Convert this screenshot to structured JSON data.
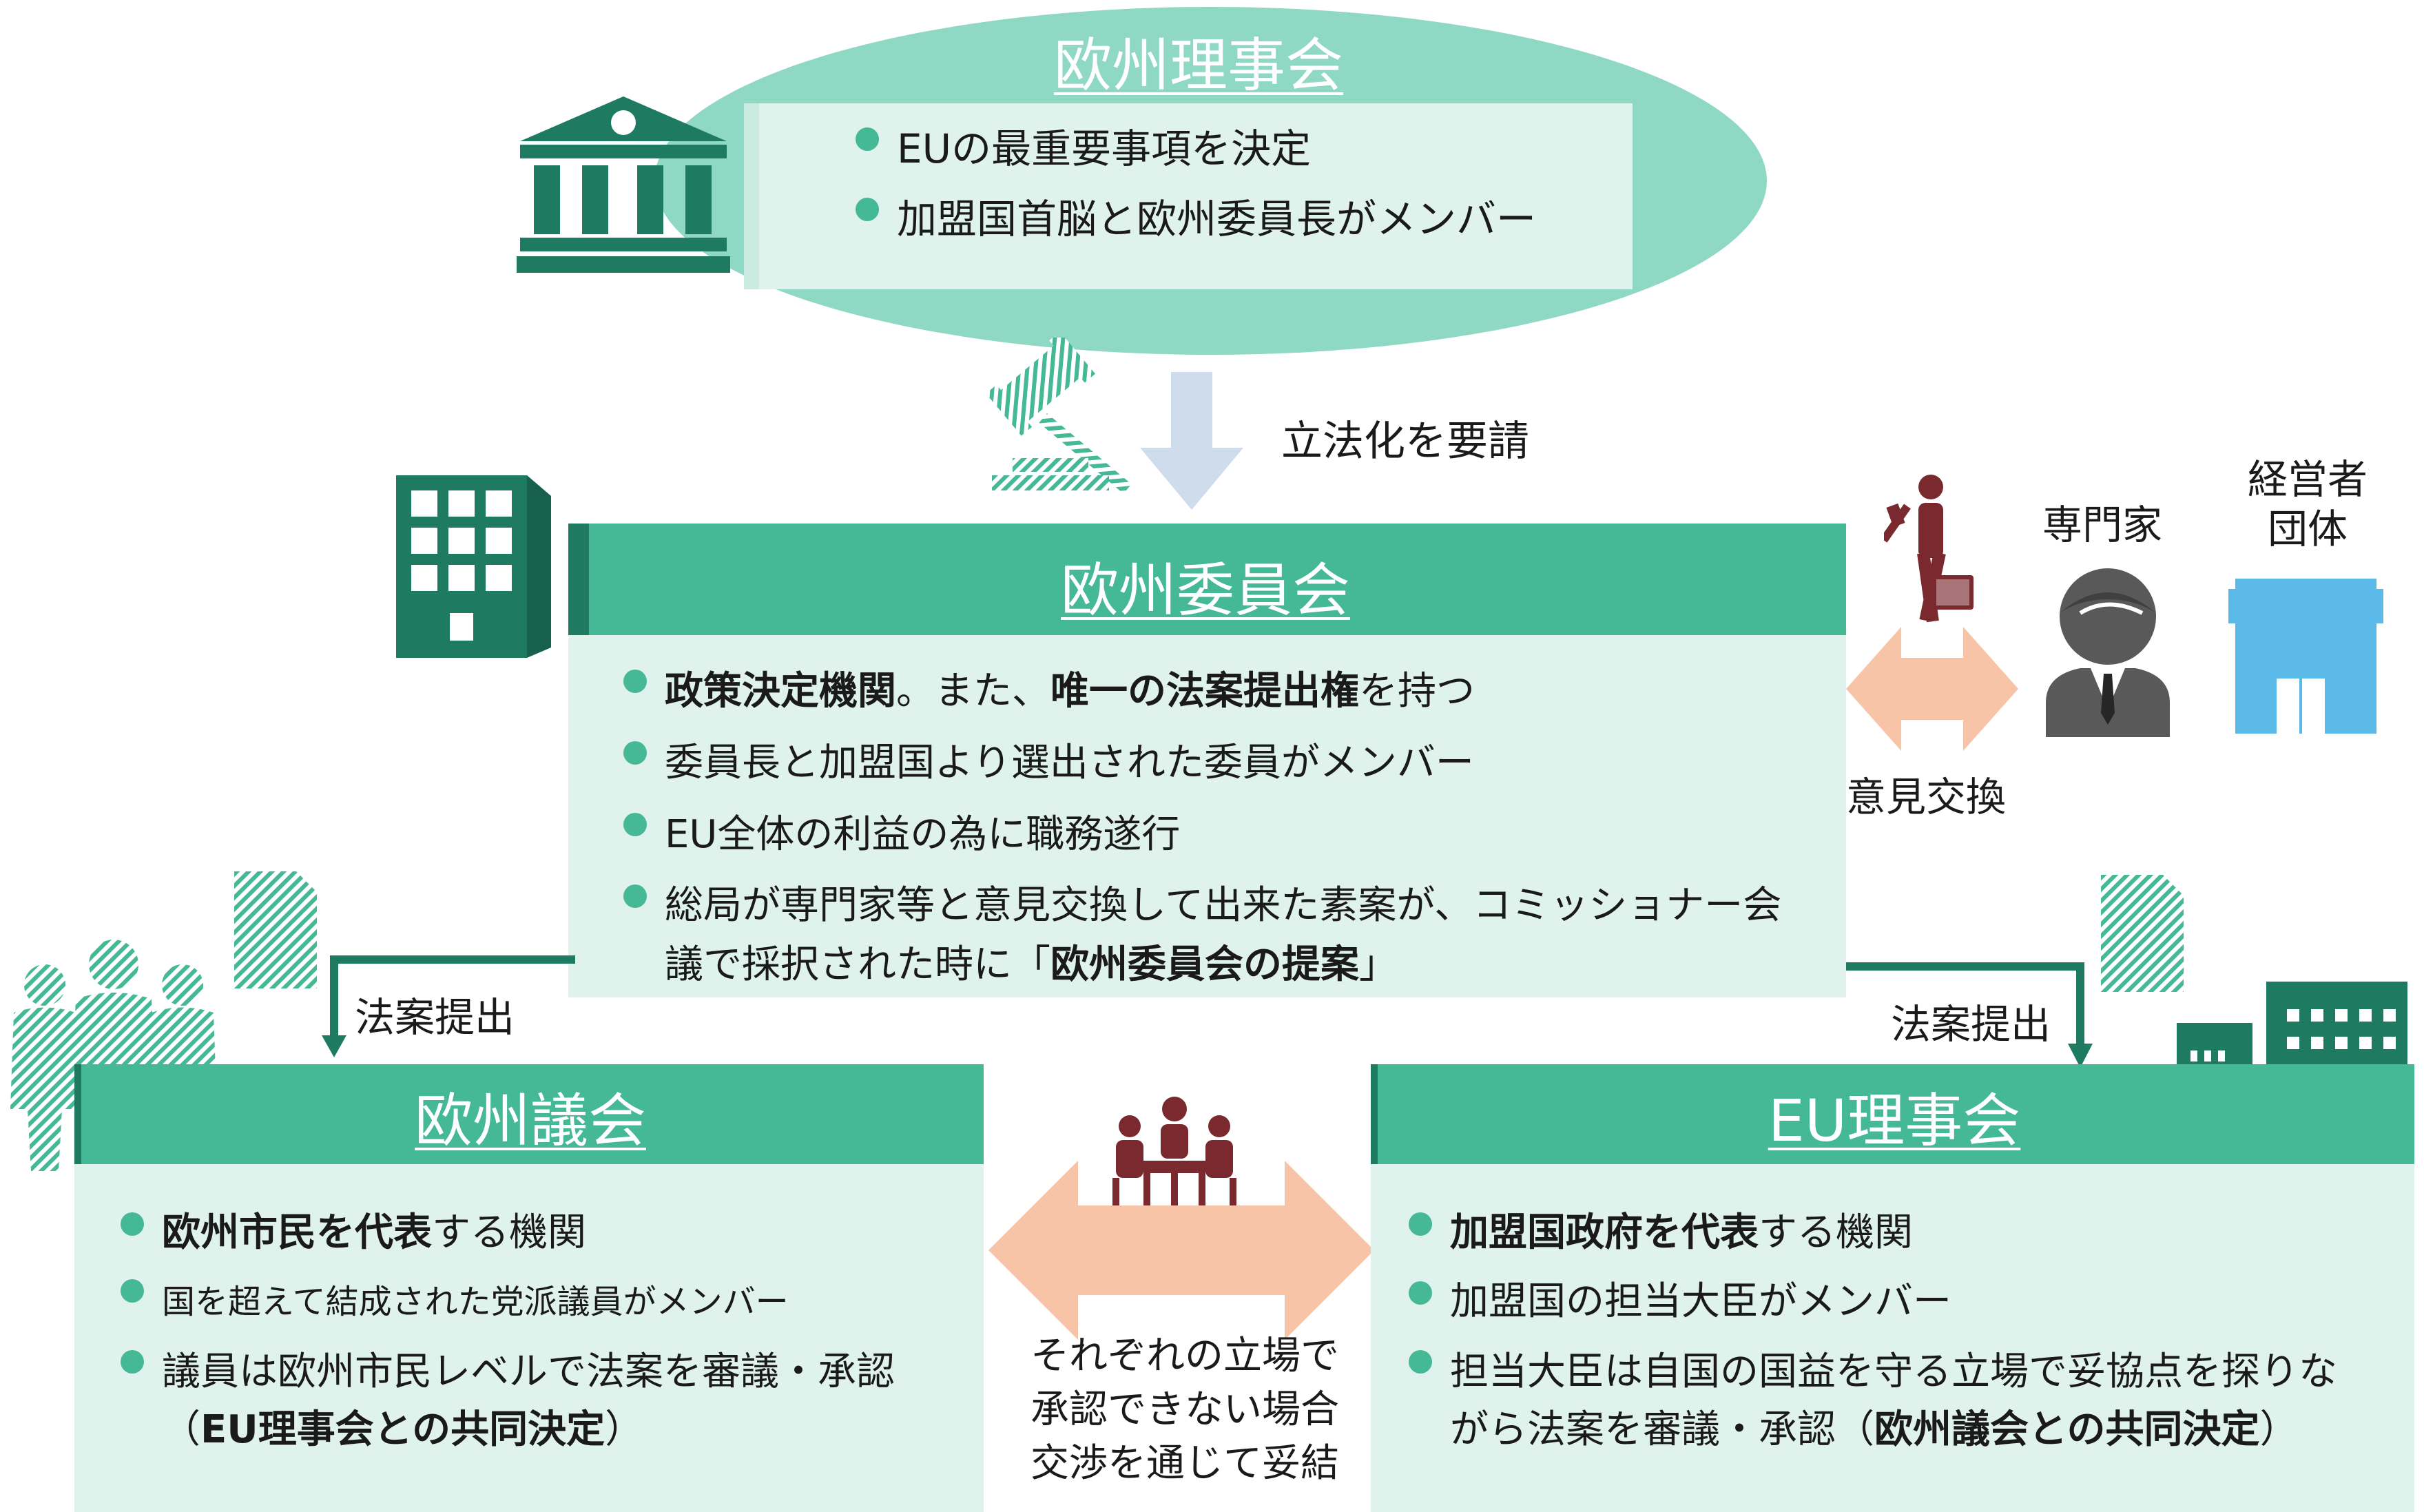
{
  "european_council": {
    "title": "欧州理事会",
    "items": [
      "EUの最重要事項を決定",
      "加盟国首脳と欧州委員長がメンバー"
    ]
  },
  "request_label": "立法化を要請",
  "commission": {
    "title": "欧州委員会",
    "item1": {
      "bold1": "政策決定機関",
      "mid": "。また、",
      "bold2": "唯一の法案提出権",
      "tail": "を持つ"
    },
    "item2": "委員長と加盟国より選出された委員がメンバー",
    "item3": "EU全体の利益の為に職務遂行",
    "item4": {
      "line1": "総局が専門家等と意見交換して出来た素案が、コミッショナー会",
      "line2_pre": "議で採択された時に「",
      "line2_bold": "欧州委員会の提案",
      "line2_post": "」"
    }
  },
  "exchange_label": "意見交換",
  "expert_label": "専門家",
  "business_label_line1": "経営者",
  "business_label_line2": "団体",
  "proposal_left": "法案提出",
  "proposal_right": "法案提出",
  "parliament": {
    "title": "欧州議会",
    "item1": {
      "bold": "欧州市民を代表",
      "tail": "する機関"
    },
    "item2": "国を超えて結成された党派議員がメンバー",
    "item3": "議員は欧州市民レベルで法案を審議・承認",
    "item3_sub": {
      "pre": "（",
      "bold": "EU理事会との共同決定",
      "post": "）"
    }
  },
  "negotiation": {
    "line1": "それぞれの立場で",
    "line2": "承認できない場合",
    "line3": "交渉を通じて妥結"
  },
  "council": {
    "title": "EU理事会",
    "item1": {
      "bold": "加盟国政府を代表",
      "tail": "する機関"
    },
    "item2": "加盟国の担当大臣がメンバー",
    "item3_line1": "担当大臣は自国の国益を守る立場で妥協点を探りな",
    "item3_line2": {
      "pre": "がら法案を審議・承認（",
      "bold": "欧州議会との共同決定",
      "post": "）"
    }
  },
  "colors": {
    "header_green": "#45b896",
    "light_green": "#dff2ec",
    "oval": "#8fd8c4",
    "dark_green": "#1f7a62",
    "peach": "#f8c4a8",
    "maroon": "#7a2a2e"
  }
}
